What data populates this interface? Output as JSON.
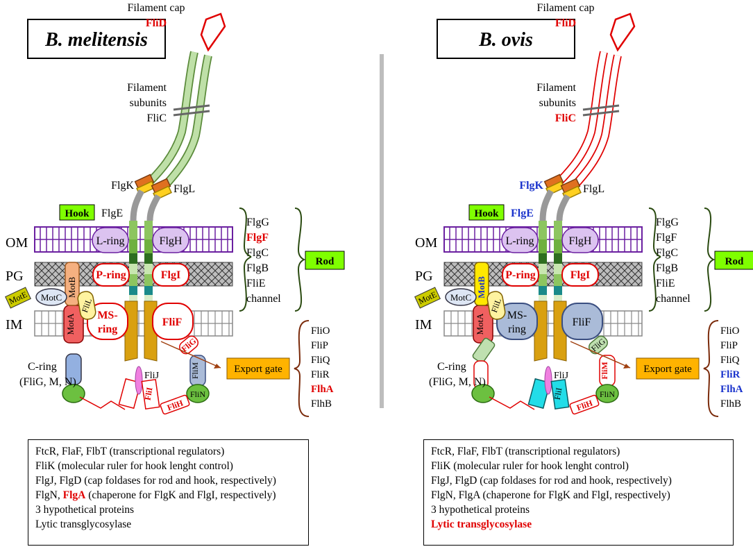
{
  "divider_color": "#bdbdbd",
  "colors": {
    "red": "#e00000",
    "blue": "#1a33cc",
    "green_label": "#7fff00",
    "om_purple": "#6a1fa0",
    "export_gate": "#ffb300"
  },
  "panels": [
    {
      "species": "B. melitensis",
      "filament_cap_label": "Filament cap",
      "filament_cap_protein": "FliD",
      "filament_cap_color": "#e00000",
      "filament_label_1": "Filament",
      "filament_label_2": "subunits",
      "filament_protein": "FliC",
      "filament_protein_color": "#000000",
      "filament_color": "green",
      "flgk": "FlgK",
      "flgk_color": "#000000",
      "flgl": "FlgL",
      "flgl_color": "#000000",
      "hook_box": "Hook",
      "hook_protein": "FlgE",
      "hook_protein_color": "#000000",
      "om": "OM",
      "pg": "PG",
      "im": "IM",
      "lring": "L-ring",
      "flgh": "FlgH",
      "pring": "P-ring",
      "flgi": "FlgI",
      "msring_1": "MS-",
      "msring_2": "ring",
      "msring_style": "red",
      "flif": "FliF",
      "flif_style": "red",
      "motb": "MotB",
      "motb_style": "normal",
      "mota": "MotA",
      "motc": "MotC",
      "mote": "MotE",
      "flil": "FliL",
      "flig": "FliG",
      "flig_style": "red",
      "flim": "FliM",
      "flim_style": "blue",
      "flin": "FliN",
      "flih": "FliH",
      "flii": "FliI",
      "flij": "FliJ",
      "flii_style": "red",
      "cring_1": "C-ring",
      "cring_2": "(FliG, M, N)",
      "rod_list": [
        {
          "text": "FlgG",
          "color": "#000000"
        },
        {
          "text": "FlgF",
          "color": "#e00000"
        },
        {
          "text": "FlgC",
          "color": "#000000"
        },
        {
          "text": "FlgB",
          "color": "#000000"
        },
        {
          "text": "FliE",
          "color": "#000000"
        },
        {
          "text": "channel",
          "color": "#000000"
        }
      ],
      "rod_box": "Rod",
      "export_gate": "Export gate",
      "export_list": [
        {
          "text": "FliO",
          "color": "#000000"
        },
        {
          "text": "FliP",
          "color": "#000000"
        },
        {
          "text": "FliQ",
          "color": "#000000"
        },
        {
          "text": "FliR",
          "color": "#000000"
        },
        {
          "text": "FlhA",
          "color": "#e00000"
        },
        {
          "text": "FlhB",
          "color": "#000000"
        }
      ],
      "legend": [
        {
          "parts": [
            {
              "text": "FtcR, FlaF, FlbT (transcriptional regulators)",
              "style": "normal"
            }
          ]
        },
        {
          "parts": [
            {
              "text": "FliK (molecular ruler for hook lenght control)",
              "style": "normal"
            }
          ]
        },
        {
          "parts": [
            {
              "text": "FlgJ, FlgD (cap foldases for rod and hook, respectively)",
              "style": "normal"
            }
          ]
        },
        {
          "parts": [
            {
              "text": "FlgN, ",
              "style": "normal"
            },
            {
              "text": "FlgA",
              "style": "red"
            },
            {
              "text": " (chaperone for FlgK and FlgI, respectively)",
              "style": "normal"
            }
          ]
        },
        {
          "parts": [
            {
              "text": "3 hypothetical proteins",
              "style": "normal"
            }
          ]
        },
        {
          "parts": [
            {
              "text": "Lytic transglycosylase",
              "style": "normal"
            }
          ]
        }
      ]
    },
    {
      "species": "B. ovis",
      "filament_cap_label": "Filament cap",
      "filament_cap_protein": "FliD",
      "filament_cap_color": "#e00000",
      "filament_label_1": "Filament",
      "filament_label_2": "subunits",
      "filament_protein": "FliC",
      "filament_protein_color": "#e00000",
      "filament_color": "red",
      "flgk": "FlgK",
      "flgk_color": "#1a33cc",
      "flgl": "FlgL",
      "flgl_color": "#000000",
      "hook_box": "Hook",
      "hook_protein": "FlgE",
      "hook_protein_color": "#1a33cc",
      "om": "OM",
      "pg": "PG",
      "im": "IM",
      "lring": "L-ring",
      "flgh": "FlgH",
      "pring": "P-ring",
      "flgi": "FlgI",
      "msring_1": "MS-",
      "msring_2": "ring",
      "msring_style": "blue",
      "flif": "FliF",
      "flif_style": "blue",
      "motb": "MotB",
      "motb_style": "blue",
      "mota": "MotA",
      "motc": "MotC",
      "mote": "MotE",
      "flil": "FliL",
      "flig": "FliG",
      "flig_style": "green",
      "flim": "FliM",
      "flim_style": "red",
      "flin": "FliN",
      "flih": "FliH",
      "flii": "FliI",
      "flij": "FliJ",
      "flii_style": "cyan",
      "cring_1": "C-ring",
      "cring_2": "(FliG, M, N)",
      "rod_list": [
        {
          "text": "FlgG",
          "color": "#000000"
        },
        {
          "text": "FlgF",
          "color": "#000000"
        },
        {
          "text": "FlgC",
          "color": "#000000"
        },
        {
          "text": "FlgB",
          "color": "#000000"
        },
        {
          "text": "FliE",
          "color": "#000000"
        },
        {
          "text": "channel",
          "color": "#000000"
        }
      ],
      "rod_box": "Rod",
      "export_gate": "Export gate",
      "export_list": [
        {
          "text": "FliO",
          "color": "#000000"
        },
        {
          "text": "FliP",
          "color": "#000000"
        },
        {
          "text": "FliQ",
          "color": "#000000"
        },
        {
          "text": "FliR",
          "color": "#1a33cc"
        },
        {
          "text": "FlhA",
          "color": "#1a33cc"
        },
        {
          "text": "FlhB",
          "color": "#000000"
        }
      ],
      "legend": [
        {
          "parts": [
            {
              "text": "FtcR, FlaF, FlbT (transcriptional regulators)",
              "style": "normal"
            }
          ]
        },
        {
          "parts": [
            {
              "text": "FliK (molecular ruler for hook lenght control)",
              "style": "normal"
            }
          ]
        },
        {
          "parts": [
            {
              "text": "FlgJ, FlgD (cap foldases for rod and hook, respectively)",
              "style": "normal"
            }
          ]
        },
        {
          "parts": [
            {
              "text": "FlgN, FlgA (chaperone for FlgK and FlgI, respectively)",
              "style": "normal"
            }
          ]
        },
        {
          "parts": [
            {
              "text": "3 hypothetical proteins",
              "style": "normal"
            }
          ]
        },
        {
          "parts": [
            {
              "text": "Lytic transglycosylase",
              "style": "red"
            }
          ]
        }
      ]
    }
  ]
}
